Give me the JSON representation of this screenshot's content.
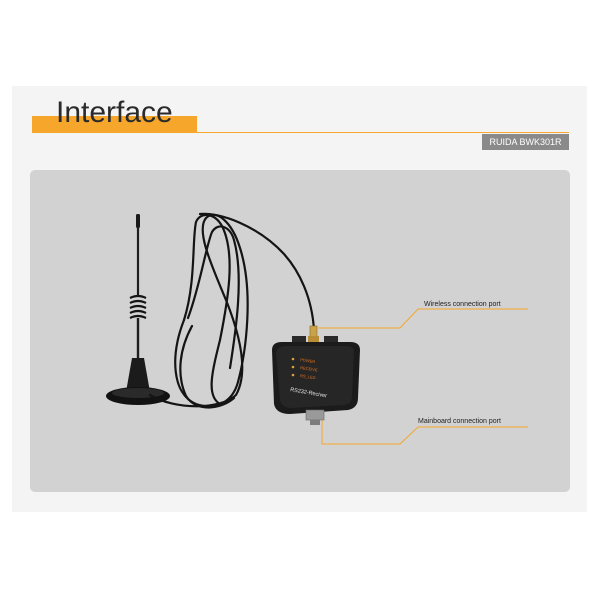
{
  "header": {
    "title": "Interface",
    "model_badge": "RUIDA BWK301R",
    "accent_color": "#f5a62b",
    "badge_color": "#8a8a8a"
  },
  "product": {
    "device_label": "RS232-Reciver",
    "led_labels": [
      "POWER",
      "RECEIVE",
      "RS_LED"
    ]
  },
  "callouts": {
    "wireless_port": "Wireless connection port",
    "mainboard_port": "Mainboard connection port"
  }
}
